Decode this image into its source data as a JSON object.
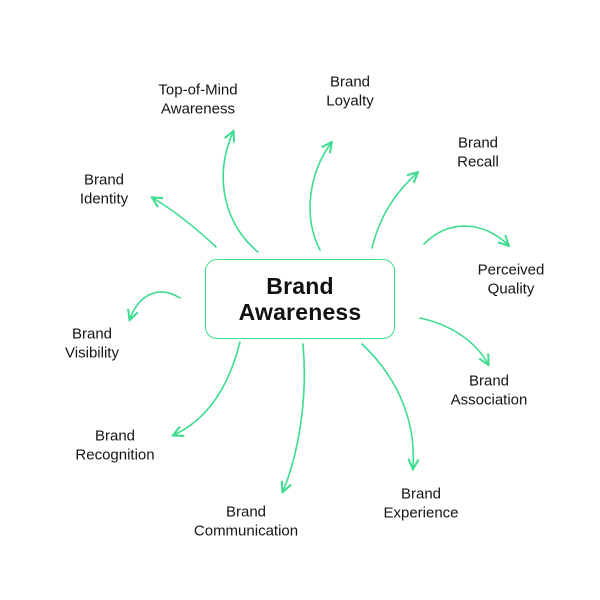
{
  "diagram": {
    "title": "Brand\nAwareness",
    "nodes": [
      {
        "label": "Top-of-Mind\nAwareness"
      },
      {
        "label": "Brand\nLoyalty"
      },
      {
        "label": "Brand\nRecall"
      },
      {
        "label": "Perceived\nQuality"
      },
      {
        "label": "Brand\nAssociation"
      },
      {
        "label": "Brand\nExperience"
      },
      {
        "label": "Brand\nCommunication"
      },
      {
        "label": "Brand\nRecognition"
      },
      {
        "label": "Brand\nVisibility"
      },
      {
        "label": "Brand\nIdentity"
      }
    ]
  },
  "colors": {
    "arrow": "#3DDC8F",
    "box_border": "#3DDC8F",
    "text": "#111111",
    "background": "#FFFFFF"
  }
}
